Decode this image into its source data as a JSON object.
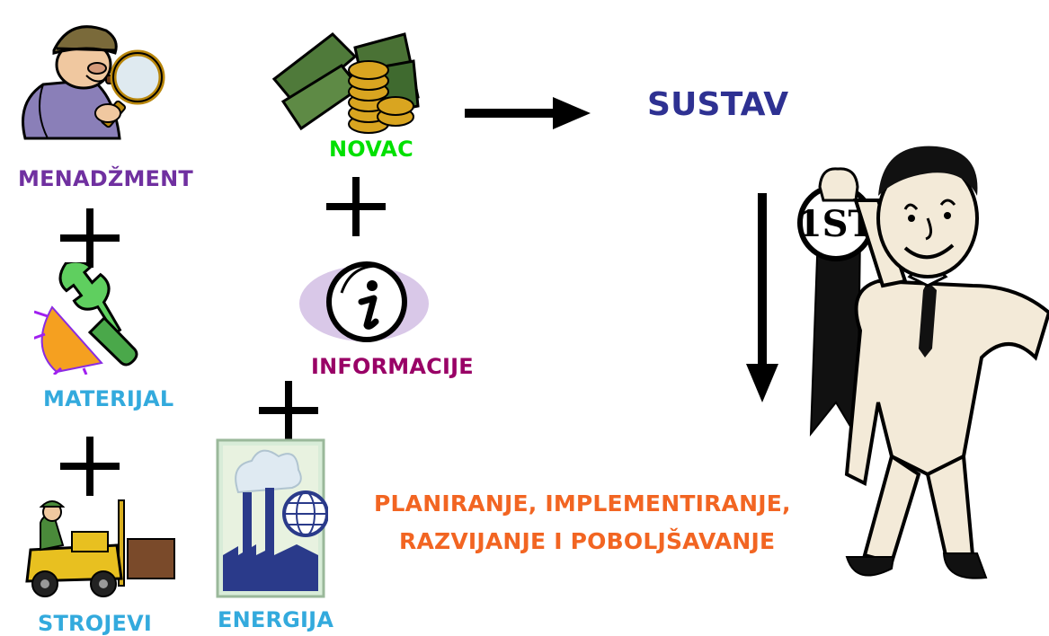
{
  "labels": {
    "menadzment": "MENADŽMENT",
    "novac": "NOVAC",
    "materijal": "MATERIJAL",
    "informacije": "INFORMACIJE",
    "strojevi": "STROJEVI",
    "energija": "ENERGIJA",
    "sustav": "SUSTAV",
    "process_line1": "PLANIRANJE, IMPLEMENTIRANJE,",
    "process_line2": "RAZVIJANJE I POBOLJŠAVANJE",
    "medal_text": "1ST"
  },
  "colors": {
    "menadzment": "#7030a0",
    "novac": "#00e000",
    "materijal": "#33aadd",
    "informacije": "#990066",
    "strojevi": "#33aadd",
    "energija": "#33aadd",
    "sustav": "#2e3192",
    "process": "#f26522"
  },
  "icons": [
    "detective-icon",
    "money-icon",
    "wrench-icon",
    "info-icon",
    "forklift-icon",
    "factory-globe-icon",
    "winner-man-icon"
  ]
}
